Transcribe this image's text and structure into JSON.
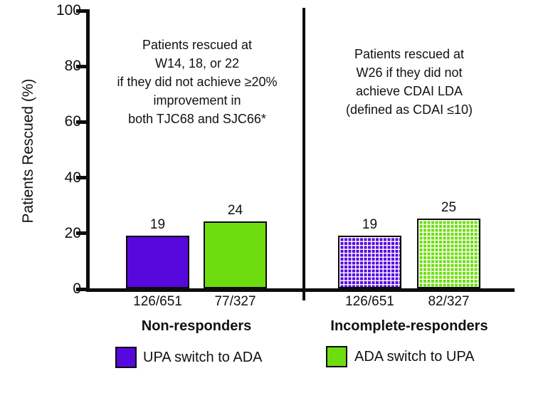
{
  "chart_data": {
    "type": "bar",
    "title": "",
    "ylabel": "Patients Rescued (%)",
    "xlabel": "",
    "ylim": [
      0,
      100
    ],
    "yticks": [
      0,
      20,
      40,
      60,
      80,
      100
    ],
    "grid": false,
    "legend_position": "bottom",
    "legend": [
      {
        "label": "UPA switch to ADA",
        "color": "#5709dd"
      },
      {
        "label": "ADA switch to UPA",
        "color": "#6edd0f"
      }
    ],
    "groups": [
      {
        "label": "Non-responders",
        "annotation_lines": [
          "Patients rescued at",
          "W14, 18, or 22",
          "if they did not achieve ≥20%",
          "improvement in",
          "both TJC68 and SJC66*"
        ],
        "bars": [
          {
            "series": "UPA switch to ADA",
            "value": 19,
            "ratio": "126/651",
            "pattern": "solid",
            "color": "#5709dd"
          },
          {
            "series": "ADA switch to UPA",
            "value": 24,
            "ratio": "77/327",
            "pattern": "solid",
            "color": "#6edd0f"
          }
        ]
      },
      {
        "label": "Incomplete-responders",
        "annotation_lines": [
          "Patients rescued at",
          "W26 if they did not",
          "achieve CDAI LDA",
          "(defined as CDAI ≤10)"
        ],
        "bars": [
          {
            "series": "UPA switch to ADA",
            "value": 19,
            "ratio": "126/651",
            "pattern": "checker",
            "color": "#5709dd"
          },
          {
            "series": "ADA switch to UPA",
            "value": 25,
            "ratio": "82/327",
            "pattern": "checker",
            "color": "#6edd0f"
          }
        ]
      }
    ]
  }
}
